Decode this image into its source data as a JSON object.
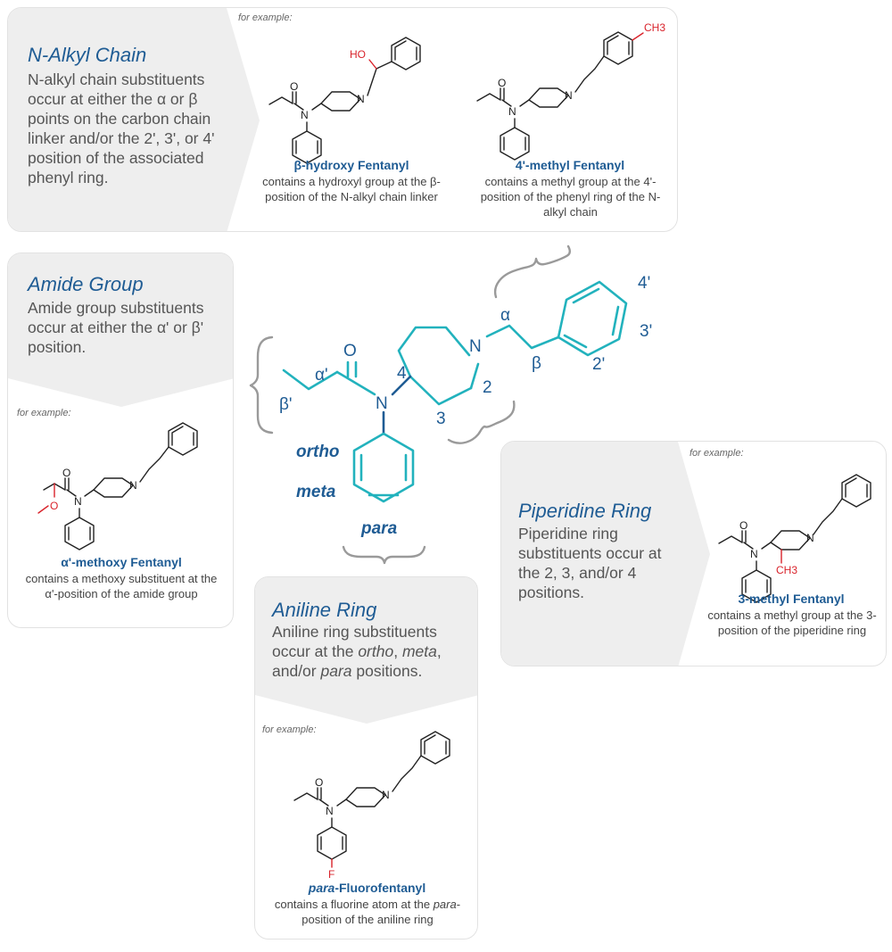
{
  "nalkyl": {
    "title": "N-Alkyl Chain",
    "desc": "N-alkyl chain substituents occur at either the α or β points on the carbon chain linker and/or the 2', 3', or 4' position of the associated phenyl ring.",
    "for_example": "for example:",
    "ex1": {
      "name": "β-hydroxy Fentanyl",
      "desc": "contains a hydroxyl group at the β-position of the N-alkyl chain linker",
      "sub": "HO"
    },
    "ex2": {
      "name": "4'-methyl Fentanyl",
      "desc": "contains a methyl group at the 4'-position of the phenyl ring of the N-alkyl chain",
      "sub": "CH3"
    }
  },
  "amide": {
    "title": "Amide Group",
    "desc": "Amide group substituents occur at either the α' or β' position.",
    "for_example": "for example:",
    "ex": {
      "name": "α'-methoxy Fentanyl",
      "desc": "contains a methoxy substituent at the α'-position of the amide group",
      "sub": "O"
    }
  },
  "aniline": {
    "title": "Aniline Ring",
    "desc_1": "Aniline ring substituents occur at the ",
    "desc_ortho": "ortho",
    "desc_2": ", ",
    "desc_meta": "meta",
    "desc_3": ", and/or ",
    "desc_para": "para",
    "desc_4": " positions.",
    "for_example": "for example:",
    "ex": {
      "name_italic": "para",
      "name_rest": "-Fluorofentanyl",
      "desc_1": "contains a fluorine atom at the ",
      "desc_italic": "para",
      "desc_2": "-position of the aniline ring",
      "sub": "F"
    }
  },
  "piperidine": {
    "title": "Piperidine Ring",
    "desc": "Piperidine ring substituents occur at the 2, 3, and/or 4 positions.",
    "for_example": "for example:",
    "ex": {
      "name": "3-methyl Fentanyl",
      "desc": "contains a methyl group at the 3-position of the piperidine ring",
      "sub": "CH3"
    }
  },
  "main_structure": {
    "labels": {
      "O": "O",
      "N_amide": "N",
      "N_pip": "N",
      "alpha_prime": "α'",
      "beta_prime": "β'",
      "alpha": "α",
      "beta": "β",
      "p4": "4",
      "p2": "2",
      "p3": "3",
      "r2": "2'",
      "r3": "3'",
      "r4": "4'",
      "ortho": "ortho",
      "meta": "meta",
      "para": "para"
    }
  },
  "mol_labels": {
    "O": "O",
    "N": "N"
  },
  "colors": {
    "accent_teal": "#22b2bd",
    "accent_blue": "#1f5c94",
    "substituent_red": "#d9232b",
    "panel_gray": "#eeeeee"
  }
}
